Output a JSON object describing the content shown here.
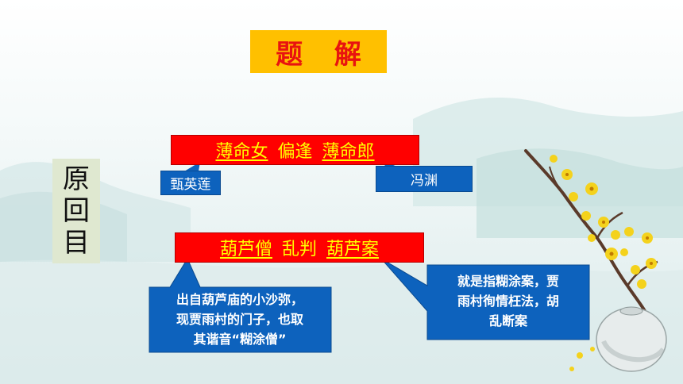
{
  "title": "题 解",
  "side_label": [
    "原",
    "回",
    "目"
  ],
  "line1": {
    "words": [
      {
        "text": "薄命女",
        "underline": true
      },
      {
        "text": "偏逢",
        "underline": false
      },
      {
        "text": "薄命郎",
        "underline": true
      }
    ],
    "left_label": "甄英莲",
    "right_label": "冯渊"
  },
  "line2": {
    "words": [
      {
        "text": "葫芦僧",
        "underline": true
      },
      {
        "text": "乱判",
        "underline": false
      },
      {
        "text": "葫芦案",
        "underline": true
      }
    ],
    "left_callout": [
      "出自葫芦庙的小沙弥，",
      "现贾雨村的门子，也取",
      "其谐音“糊涂僧”"
    ],
    "right_callout": [
      "就是指糊涂案，贾",
      "雨村徇情枉法，胡",
      "乱断案"
    ]
  },
  "colors": {
    "title_bg": "#ffc000",
    "title_text": "#e8130f",
    "bar_bg": "#ff0000",
    "bar_text": "#ffff00",
    "label_bg": "#0d62bd"
  }
}
